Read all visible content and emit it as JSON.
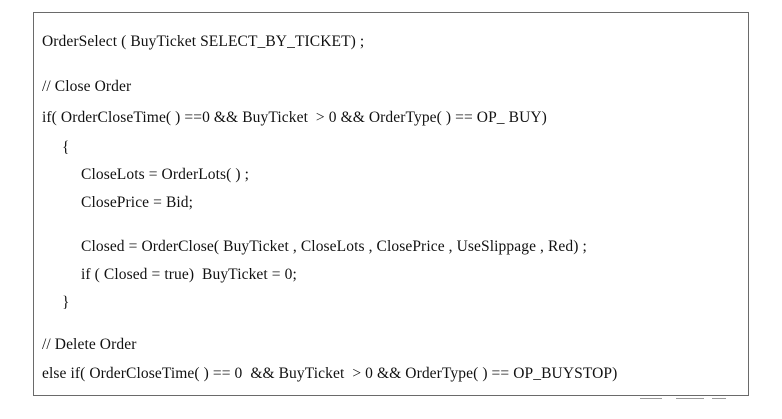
{
  "code": {
    "lines": [
      "OrderSelect ( BuyTicket SELECT_BY_TICKET) ;",
      "// Close Order",
      "if( OrderCloseTime( ) ==0 && BuyTicket  > 0 && OrderType( ) == OP_ BUY)",
      "{",
      "CloseLots = OrderLots( ) ;",
      "ClosePrice = Bid;",
      "Closed = OrderClose( BuyTicket , CloseLots , ClosePrice , UseSlippage , Red) ;",
      "if ( Closed = true)  BuyTicket = 0;",
      "}",
      "// Delete Order",
      "else if( OrderCloseTime( ) == 0  && BuyTicket  > 0 && OrderType( ) == OP_BUYSTOP)"
    ]
  }
}
